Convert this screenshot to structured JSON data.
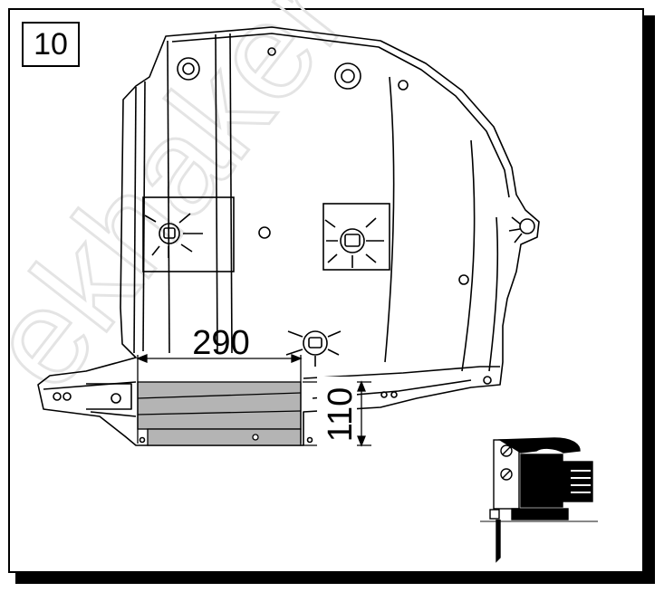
{
  "step": {
    "number": "10"
  },
  "dimensions": {
    "width_label": "290",
    "height_label": "110"
  },
  "watermark": {
    "text": "ekhaker"
  },
  "colors": {
    "line": "#000000",
    "cut_area": "#b4b4b4",
    "watermark": "#ececec"
  },
  "icons": [
    "jigsaw-icon"
  ]
}
